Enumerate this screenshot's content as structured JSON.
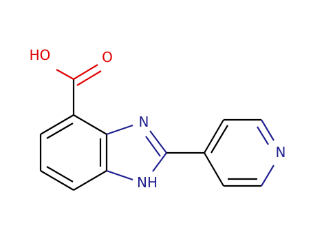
{
  "molecule": {
    "atoms": [
      {
        "id": "o_h",
        "text": "HO",
        "color": "#e00000"
      },
      {
        "id": "o_dbl",
        "text": "O",
        "color": "#e00000"
      },
      {
        "id": "n_imine",
        "text": "N",
        "color": "#202090"
      },
      {
        "id": "n_pyridine",
        "text": "N",
        "color": "#202090"
      },
      {
        "id": "n_h",
        "text": "NH",
        "color": "#202090"
      }
    ]
  }
}
